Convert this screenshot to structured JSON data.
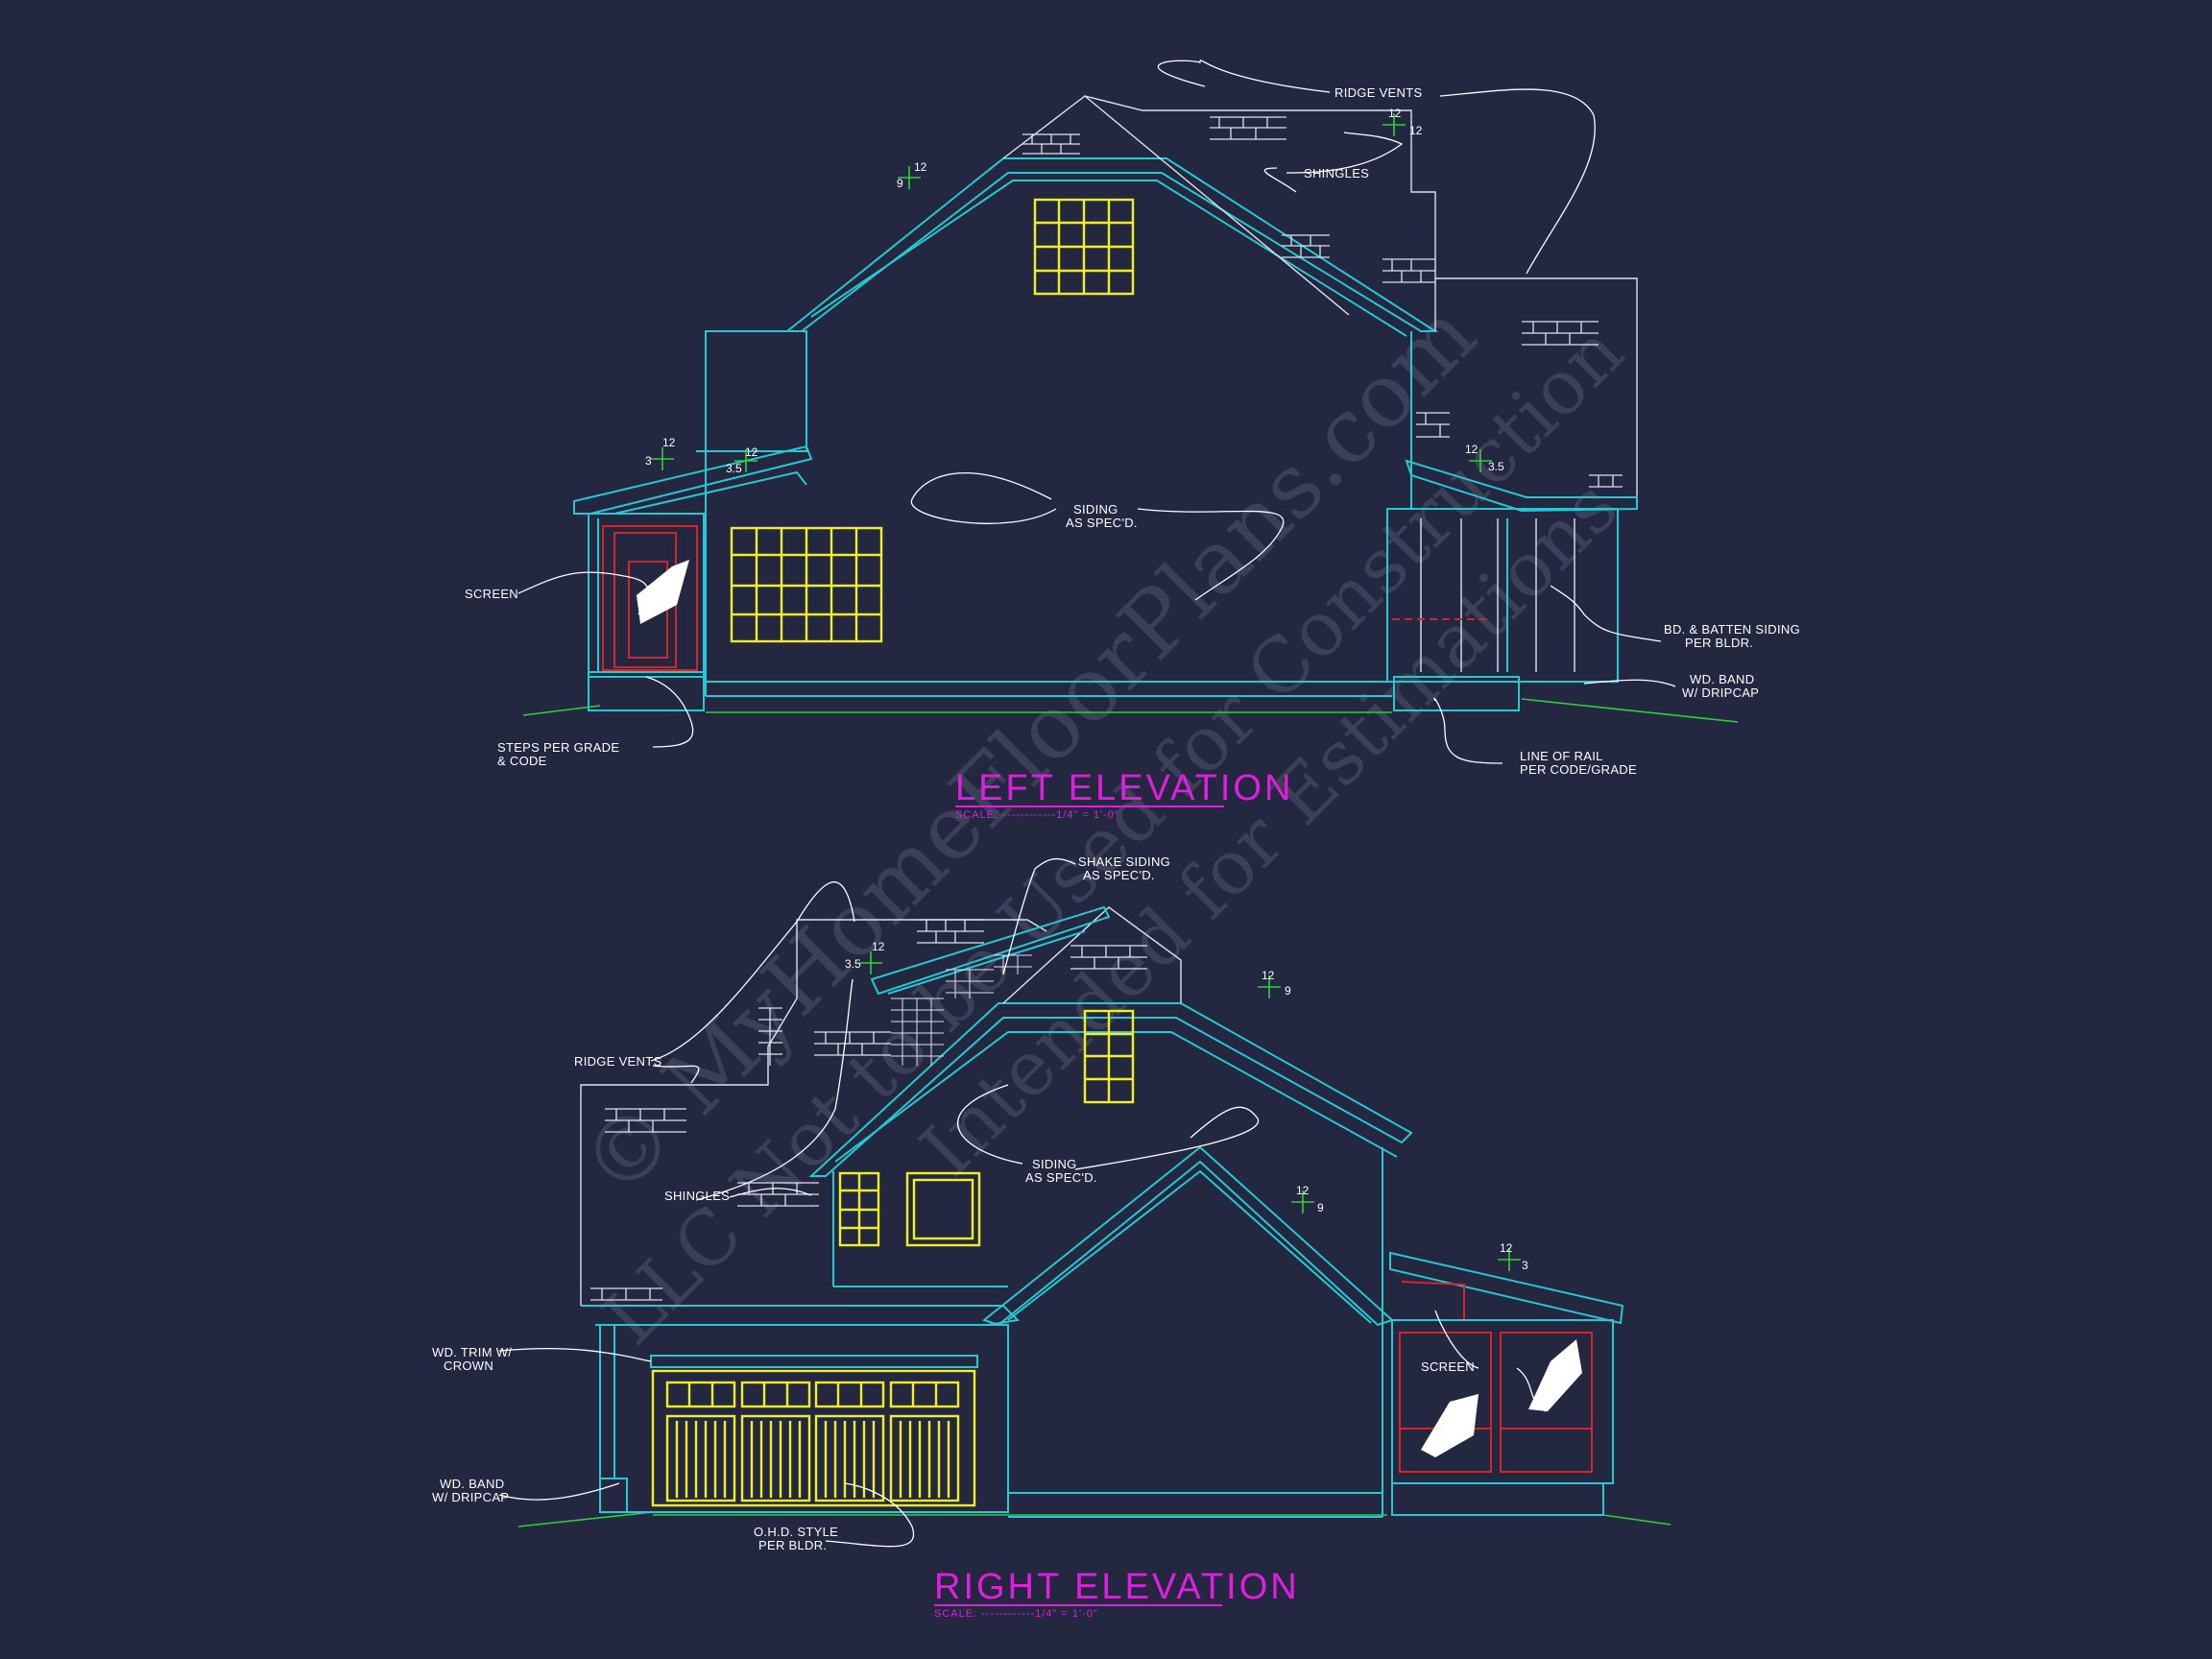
{
  "watermark": {
    "line1": "© MyHomeFloorPlans.com",
    "line2": "LLC Not to be Used for Construction",
    "line3": "Intended for Estimations"
  },
  "left_elevation": {
    "title": "LEFT ELEVATION",
    "scale": "SCALE: ------------1/4\" = 1'-0\"",
    "notes": {
      "ridge_vents": "RIDGE VENTS",
      "shingles": "SHINGLES",
      "siding_1": "SIDING",
      "siding_2": "AS SPEC'D.",
      "screen": "SCREEN",
      "steps_1": "STEPS PER GRADE",
      "steps_2": "& CODE",
      "bd_1": "BD. & BATTEN SIDING",
      "bd_2": "PER BLDR.",
      "band_1": "WD. BAND",
      "band_2": "W/ DRIPCAP",
      "rail_1": "LINE OF RAIL",
      "rail_2": "PER CODE/GRADE"
    },
    "pitches": {
      "main_rise": "9",
      "main_run": "12",
      "ridge_run": "12",
      "ridge_rise": "12",
      "porch_run": "12",
      "porch_rise": "3",
      "shed_run": "12",
      "shed_rise": "3.5",
      "right_run": "12",
      "right_rise": "3.5"
    }
  },
  "right_elevation": {
    "title": "RIGHT ELEVATION",
    "scale": "SCALE: ------------1/4\" = 1'-0\"",
    "notes": {
      "shake_1": "SHAKE SIDING",
      "shake_2": "AS SPEC'D.",
      "ridge_vents": "RIDGE VENTS",
      "shingles": "SHINGLES",
      "siding_1": "SIDING",
      "siding_2": "AS SPEC'D.",
      "screen": "SCREEN",
      "trim_1": "WD. TRIM W/",
      "trim_2": "CROWN",
      "band_1": "WD. BAND",
      "band_2": "W/ DRIPCAP",
      "ohd_1": "O.H.D. STYLE",
      "ohd_2": "PER BLDR."
    },
    "pitches": {
      "shed_rise": "3.5",
      "shed_run": "12",
      "main_run": "12",
      "main_rise": "9",
      "gable_run": "12",
      "gable_rise": "9",
      "porch_run": "12",
      "porch_rise": "3"
    }
  },
  "colors": {
    "background": "#232740",
    "outline": "#27c8d2",
    "windows": "#f1f024",
    "screen": "#d3262c",
    "titles": "#e11ee0",
    "grade": "#2fd13a"
  }
}
